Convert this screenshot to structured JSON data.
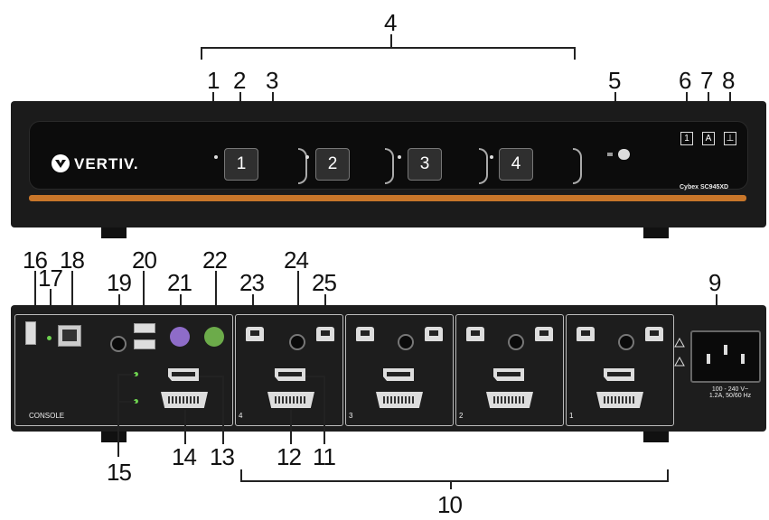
{
  "callouts": {
    "n1": "1",
    "n2": "2",
    "n3": "3",
    "n4": "4",
    "n5": "5",
    "n6": "6",
    "n7": "7",
    "n8": "8",
    "n9": "9",
    "n10": "10",
    "n11": "11",
    "n12": "12",
    "n13": "13",
    "n14": "14",
    "n15": "15",
    "n16": "16",
    "n17": "17",
    "n18": "18",
    "n19": "19",
    "n20": "20",
    "n21": "21",
    "n22": "22",
    "n23": "23",
    "n24": "24",
    "n25": "25"
  },
  "front_panel": {
    "brand": "VERTIV.",
    "model": "Cybex SC945XD",
    "buttons": [
      "1",
      "2",
      "3",
      "4"
    ],
    "indicators": [
      "1",
      "A",
      "⊥"
    ]
  },
  "rear_panel": {
    "console_label": "CONSOLE",
    "channel_labels": [
      "4",
      "3",
      "2",
      "1"
    ],
    "power_rating": "100 - 240 V~\n1.2A, 50/60 Hz"
  },
  "colors": {
    "orange_strip": "#c8762a",
    "ps2_keyboard": "#8e6cc8",
    "ps2_mouse": "#6cab4a",
    "led_green": "#6dd14f"
  }
}
